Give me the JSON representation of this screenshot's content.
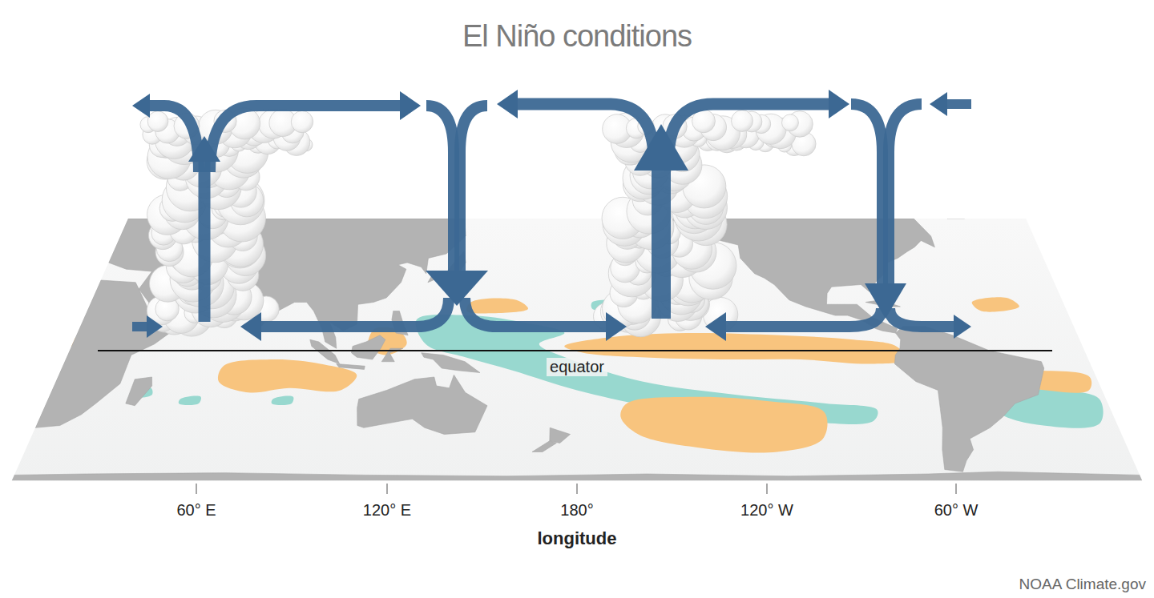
{
  "diagram": {
    "title": "El Niño conditions",
    "labels": [
      "equator",
      "60° E",
      "120° E",
      "180°",
      "120° W",
      "60° W",
      "longitude",
      "NOAA Climate.gov"
    ]
  }
}
